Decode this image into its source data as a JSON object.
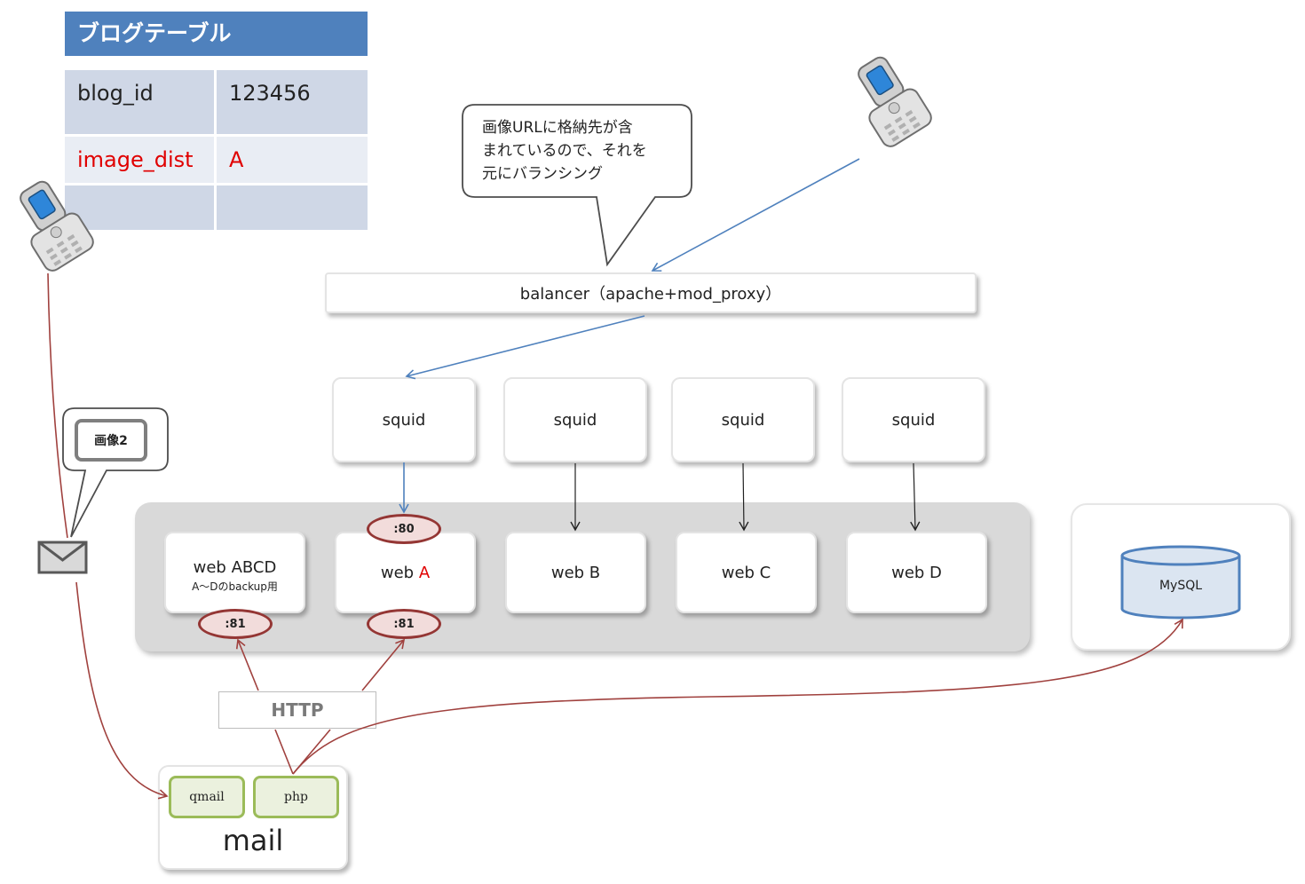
{
  "blog_table": {
    "title": "ブログテーブル",
    "rows": [
      {
        "key": "blog_id",
        "value": "123456"
      },
      {
        "key": "image_dist",
        "value": "A"
      },
      {
        "key": "",
        "value": ""
      }
    ]
  },
  "callout_balancing": "画像URLに格納先が含まれているので、それを元にバランシング",
  "callout_balancing_lines": [
    "画像URLに格納先が含",
    "まれているので、それを",
    "元にバランシング"
  ],
  "callout_image": "画像2",
  "balancer": "balancer（apache+mod_proxy）",
  "squids": [
    "squid",
    "squid",
    "squid",
    "squid"
  ],
  "webs": [
    {
      "name": "web ABCD",
      "sub": "A～Dのbackup用"
    },
    {
      "name_prefix": "web ",
      "name_highlight": "A"
    },
    {
      "name": "web B"
    },
    {
      "name": "web C"
    },
    {
      "name": "web D"
    }
  ],
  "ports": {
    "weba_top": ":80",
    "abcd_bottom": ":81",
    "weba_bottom": ":81"
  },
  "http": "HTTP",
  "mail": {
    "label": "mail",
    "qmail": "qmail",
    "php": "php"
  },
  "mysql": "MySQL",
  "colors": {
    "table_header": "#4f81bd",
    "arrow_blue": "#4f81bd",
    "arrow_red": "#a0413e",
    "port_border": "#943634",
    "green_border": "#9bbb59",
    "mysql_fill": "#dbe5f1",
    "mysql_border": "#4f81bd"
  }
}
